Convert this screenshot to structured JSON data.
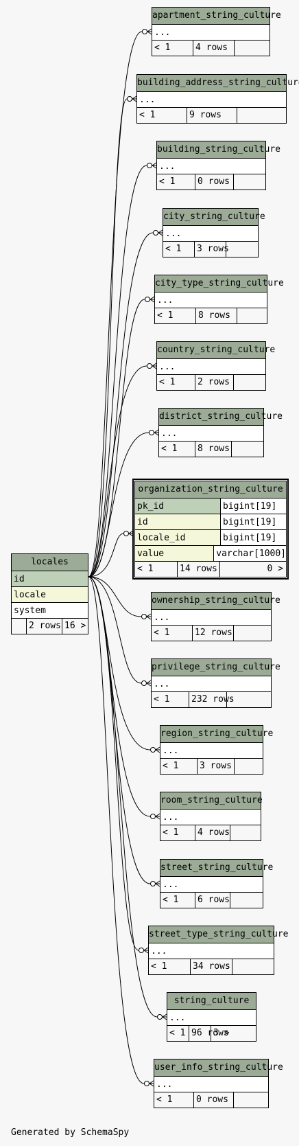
{
  "footer": "Generated by SchemaSpy",
  "locales": {
    "title": "locales",
    "columns": [
      "id",
      "locale",
      "system"
    ],
    "rows": "2 rows",
    "refs": "16 >"
  },
  "focus": {
    "title": "organization_string_culture",
    "columns": [
      {
        "name": "pk_id",
        "type": "bigint[19]"
      },
      {
        "name": "id",
        "type": "bigint[19]"
      },
      {
        "name": "locale_id",
        "type": "bigint[19]"
      },
      {
        "name": "value",
        "type": "varchar[1000]"
      }
    ],
    "parents": "< 1",
    "rows": "14 rows",
    "children": "0 >"
  },
  "tables": [
    {
      "title": "apartment_string_culture",
      "ellipsis": "...",
      "parents": "< 1",
      "rows": "4 rows",
      "children": ""
    },
    {
      "title": "building_address_string_culture",
      "ellipsis": "...",
      "parents": "< 1",
      "rows": "9 rows",
      "children": ""
    },
    {
      "title": "building_string_culture",
      "ellipsis": "...",
      "parents": "< 1",
      "rows": "0 rows",
      "children": ""
    },
    {
      "title": "city_string_culture",
      "ellipsis": "...",
      "parents": "< 1",
      "rows": "3 rows",
      "children": ""
    },
    {
      "title": "city_type_string_culture",
      "ellipsis": "...",
      "parents": "< 1",
      "rows": "8 rows",
      "children": ""
    },
    {
      "title": "country_string_culture",
      "ellipsis": "...",
      "parents": "< 1",
      "rows": "2 rows",
      "children": ""
    },
    {
      "title": "district_string_culture",
      "ellipsis": "...",
      "parents": "< 1",
      "rows": "8 rows",
      "children": ""
    },
    {
      "title": "ownership_string_culture",
      "ellipsis": "...",
      "parents": "< 1",
      "rows": "12 rows",
      "children": ""
    },
    {
      "title": "privilege_string_culture",
      "ellipsis": "...",
      "parents": "< 1",
      "rows": "232 rows",
      "children": ""
    },
    {
      "title": "region_string_culture",
      "ellipsis": "...",
      "parents": "< 1",
      "rows": "3 rows",
      "children": ""
    },
    {
      "title": "room_string_culture",
      "ellipsis": "...",
      "parents": "< 1",
      "rows": "4 rows",
      "children": ""
    },
    {
      "title": "street_string_culture",
      "ellipsis": "...",
      "parents": "< 1",
      "rows": "6 rows",
      "children": ""
    },
    {
      "title": "street_type_string_culture",
      "ellipsis": "...",
      "parents": "< 1",
      "rows": "34 rows",
      "children": ""
    },
    {
      "title": "string_culture",
      "ellipsis": "...",
      "parents": "< 1",
      "rows": "96 rows",
      "children": "3 >"
    },
    {
      "title": "user_info_string_culture",
      "ellipsis": "...",
      "parents": "< 1",
      "rows": "0 rows",
      "children": ""
    }
  ]
}
